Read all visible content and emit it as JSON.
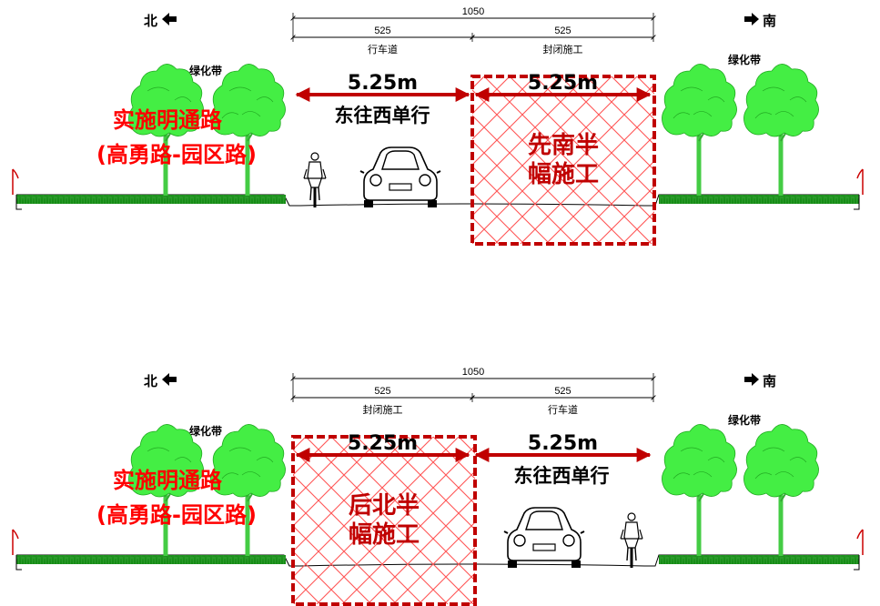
{
  "panels": [
    {
      "id": "top",
      "north": "北",
      "south": "南",
      "total_dim": "1050",
      "left_dim": "525",
      "right_dim": "525",
      "left_lane": "行车道",
      "right_lane": "封闭施工",
      "green_left": "绿化带",
      "green_right": "绿化带",
      "lane_width": "5.25m",
      "work_width": "5.25m",
      "traffic": "东往西单行",
      "road_line1": "实施明通路",
      "road_line2": "(高勇路-园区路)",
      "work_line1": "先南半",
      "work_line2": "幅施工",
      "work_side": "right"
    },
    {
      "id": "bottom",
      "north": "北",
      "south": "南",
      "total_dim": "1050",
      "left_dim": "525",
      "right_dim": "525",
      "left_lane": "封闭施工",
      "right_lane": "行车道",
      "green_left": "绿化带",
      "green_right": "绿化带",
      "lane_width": "5.25m",
      "work_width": "5.25m",
      "traffic": "东往西单行",
      "road_line1": "实施明通路",
      "road_line2": "(高勇路-园区路)",
      "work_line1": "后北半",
      "work_line2": "幅施工",
      "work_side": "left"
    }
  ],
  "colors": {
    "tree": "#44ee44",
    "trunk": "#44cc44",
    "hatch": "#ff5555",
    "work_border": "#c00000",
    "arrow": "#c00000",
    "road_label": "#ff0000"
  }
}
